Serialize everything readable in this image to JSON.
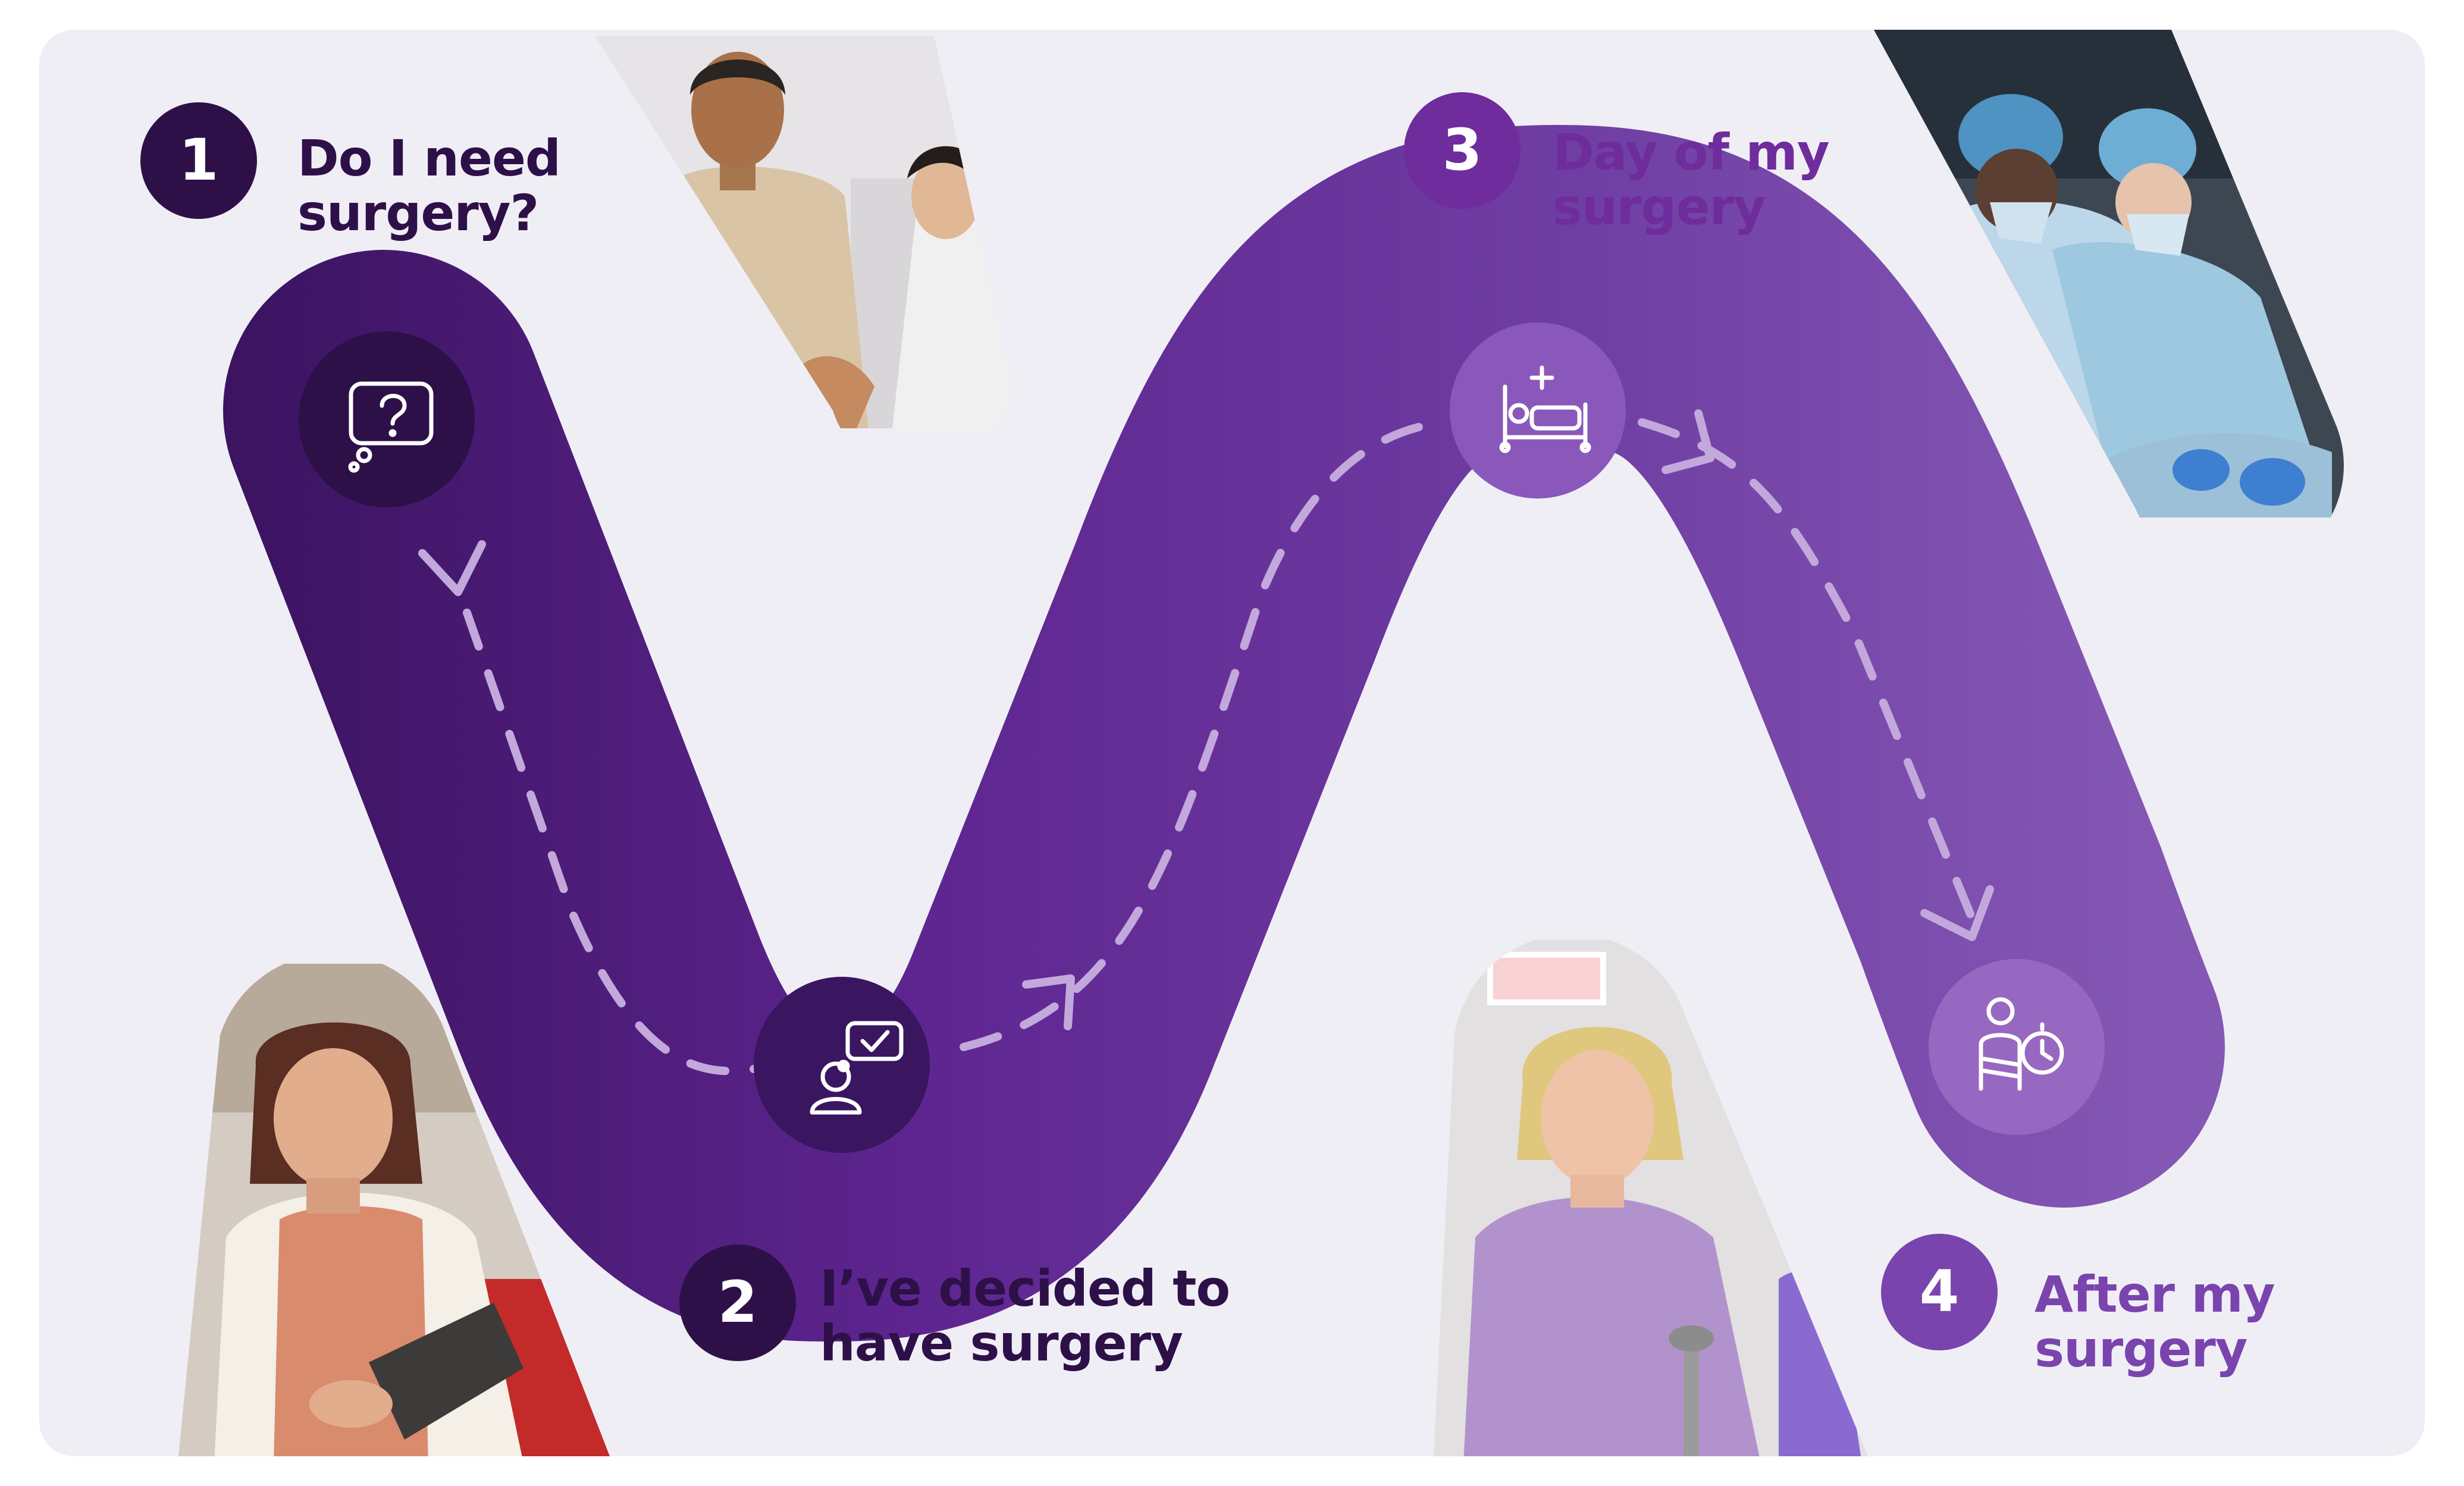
{
  "steps": [
    {
      "number": "1",
      "line1": "Do I need",
      "line2": "surgery?",
      "icon": "question-speech-bubble-icon"
    },
    {
      "number": "2",
      "line1": "I’ve decided to",
      "line2": "have surgery",
      "icon": "person-checkmark-bubble-icon"
    },
    {
      "number": "3",
      "line1": "Day of my",
      "line2": "surgery",
      "icon": "hospital-bed-icon"
    },
    {
      "number": "4",
      "line1": "After my",
      "line2": "surgery",
      "icon": "person-sling-stopwatch-icon"
    }
  ],
  "colors": {
    "background": "#f0eef5",
    "dark_purple": "#2e1049",
    "mid_purple": "#5b2890",
    "light_purple": "#7a4fb0",
    "accent_purple": "#7d3fa8"
  }
}
